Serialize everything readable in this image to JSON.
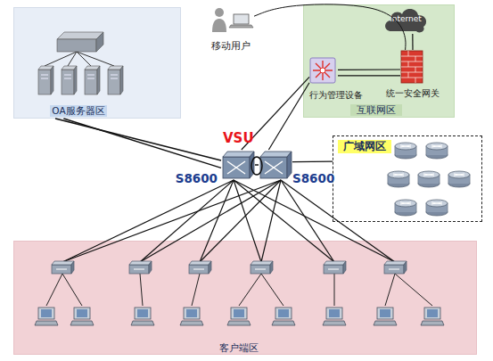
{
  "diagram": {
    "nodes": [
      {
        "text": [
          "OA服务器区"
        ]
      },
      {
        "text": [
          "移动用户"
        ]
      },
      {
        "text": [
          "互联网区"
        ]
      },
      {
        "text": [
          "Internet"
        ],
        "in": 2
      },
      {
        "text": [
          "行为管理设备"
        ],
        "in": 2
      },
      {
        "text": [
          "统一安全网关"
        ],
        "in": 2
      },
      {
        "text": [
          "S8600"
        ]
      },
      {
        "text": [
          "S8600"
        ]
      },
      {
        "text": [
          "广域网区"
        ]
      },
      {
        "text": [
          "客户端区"
        ]
      }
    ],
    "edges": [
      {
        "from": 0,
        "to": 6,
        "arrow": "none"
      },
      {
        "from": 0,
        "to": 6,
        "arrow": "none"
      },
      {
        "from": 1,
        "to": 5,
        "arrow": "none"
      },
      {
        "from": 4,
        "to": 5,
        "arrow": "none"
      },
      {
        "from": 4,
        "to": 5,
        "arrow": "none"
      },
      {
        "from": 5,
        "to": 3,
        "arrow": "none"
      },
      {
        "from": 4,
        "to": 6,
        "arrow": "none"
      },
      {
        "from": 4,
        "to": 7,
        "arrow": "none"
      },
      {
        "from": 6,
        "to": 7,
        "arrow": "none"
      },
      {
        "from": 7,
        "to": 8,
        "arrow": "none"
      },
      {
        "from": 6,
        "to": 9,
        "arrow": "none"
      },
      {
        "from": 7,
        "to": 9,
        "arrow": "none"
      }
    ],
    "labels": [
      "VSU"
    ]
  }
}
